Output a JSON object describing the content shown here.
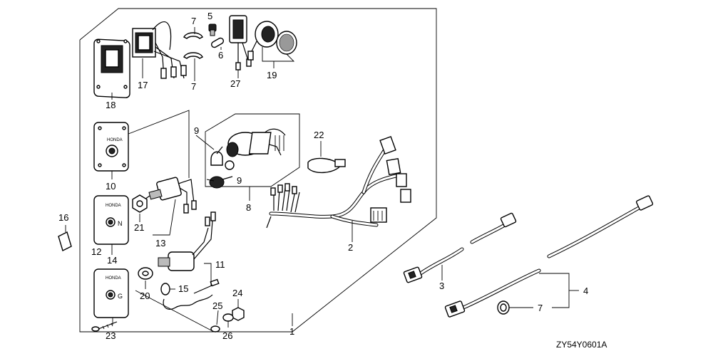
{
  "diagram": {
    "drawing_code": "ZY54Y0601A",
    "plate_text": "HONDA",
    "panel_letters": {
      "choke": "N",
      "neutral": "N",
      "glow": "G"
    },
    "callouts": [
      "1",
      "2",
      "3",
      "4",
      "5",
      "6",
      "7",
      "7",
      "7",
      "8",
      "9",
      "9",
      "10",
      "11",
      "12",
      "13",
      "14",
      "15",
      "16",
      "17",
      "18",
      "19",
      "20",
      "21",
      "22",
      "23",
      "24",
      "25",
      "26",
      "27"
    ]
  }
}
